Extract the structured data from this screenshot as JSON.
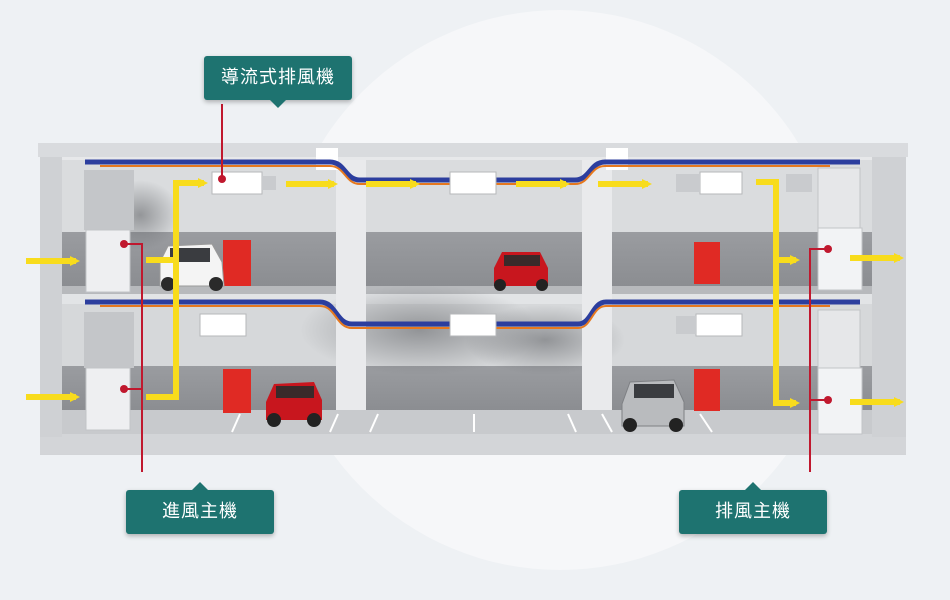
{
  "labels": {
    "duct_fan": "導流式排風機",
    "intake_unit": "進風主機",
    "exhaust_unit": "排風主機"
  },
  "colors": {
    "callout": "#1e7370",
    "airflow_arrow": "#f8dc1c",
    "leader_line": "#c0182e",
    "duct_blue": "#2c3e9e",
    "duct_orange": "#e6781e",
    "car_red": "#c8161e",
    "fire_cabinet": "#e02a24",
    "background": "#eef1f4"
  },
  "floors": [
    {
      "name": "upper",
      "cars": [
        "white-suv",
        "red-sedan"
      ]
    },
    {
      "name": "lower",
      "cars": [
        "red-sedan",
        "silver-suv"
      ]
    }
  ]
}
